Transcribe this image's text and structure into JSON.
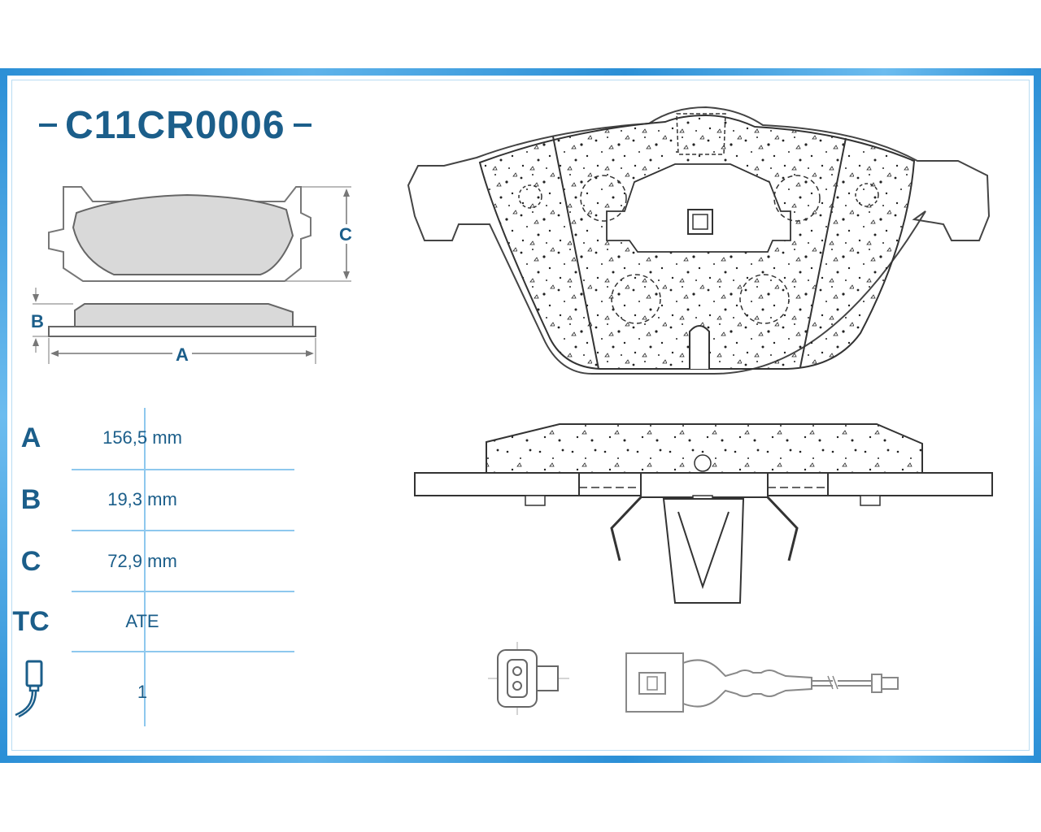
{
  "title": "C11CR0006",
  "dimension_labels": {
    "a": "A",
    "b": "B",
    "c": "C"
  },
  "specs": [
    {
      "key": "A",
      "value": "156,5 mm"
    },
    {
      "key": "B",
      "value": "19,3 mm"
    },
    {
      "key": "C",
      "value": "72,9 mm"
    },
    {
      "key": "TC",
      "value": "ATE"
    }
  ],
  "sensor_row": {
    "icon": "wear-sensor-icon",
    "value": "1"
  },
  "colors": {
    "accent": "#1b5e8a",
    "frame": "#2b8fd6",
    "grid": "#8ec8ee",
    "pad_fill": "#d9d9d9"
  }
}
